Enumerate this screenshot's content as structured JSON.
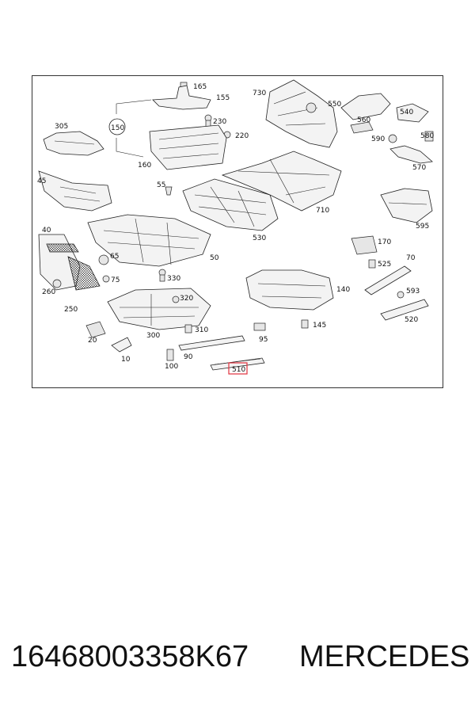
{
  "diagram": {
    "labels": {
      "l165": "165",
      "l155": "155",
      "l730": "730",
      "l550": "550",
      "l540": "540",
      "l305": "305",
      "l150": "150",
      "l230": "230",
      "l220": "220",
      "l560": "560",
      "l590": "590",
      "l580": "580",
      "l570": "570",
      "l160": "160",
      "l45": "45",
      "l55": "55",
      "l710": "710",
      "l595": "595",
      "l40": "40",
      "l530": "530",
      "l65": "65",
      "l50": "50",
      "l170": "170",
      "l525": "525",
      "l70": "70",
      "l75": "75",
      "l330": "330",
      "l260": "260",
      "l320": "320",
      "l140": "140",
      "l593": "593",
      "l250": "250",
      "l145": "145",
      "l520": "520",
      "l310": "310",
      "l300": "300",
      "l95": "95",
      "l20": "20",
      "l90": "90",
      "l10": "10",
      "l100": "100",
      "l510": "510"
    },
    "highlight_color": "#e0313d"
  },
  "footer": {
    "part_number": "16468003358K67",
    "brand": "MERCEDES"
  }
}
